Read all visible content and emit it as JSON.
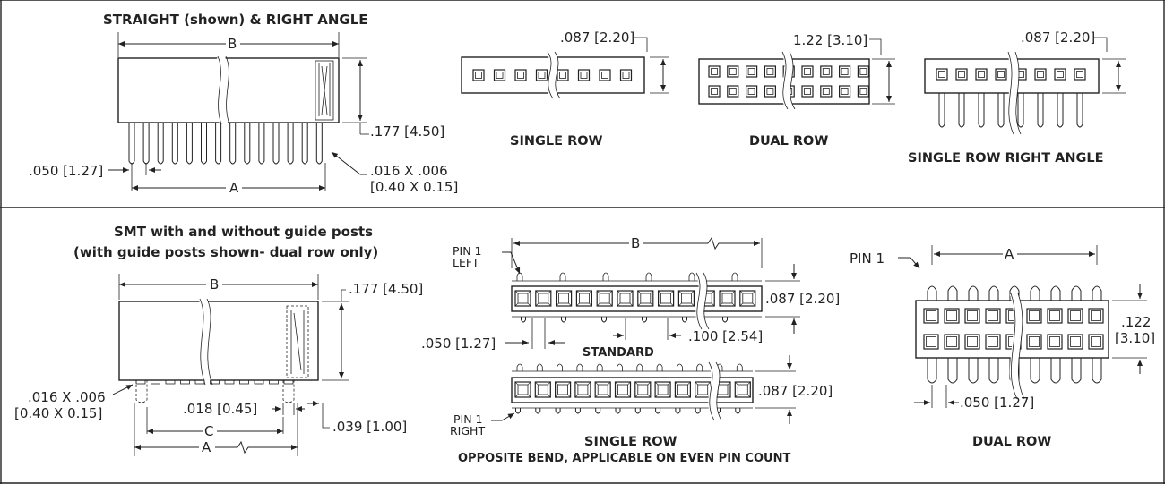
{
  "top": {
    "title": "STRAIGHT (shown) & RIGHT ANGLE",
    "dim_b": "B",
    "dim_a": "A",
    "height": ".177 [4.50]",
    "pitch": ".050 [1.27]",
    "pin_size_1": ".016 X .006",
    "pin_size_2": "[0.40 X 0.15]",
    "single_row": {
      "dim": ".087 [2.20]",
      "caption": "SINGLE ROW"
    },
    "dual_row": {
      "dim": "1.22 [3.10]",
      "caption": "DUAL ROW"
    },
    "single_row_right_angle": {
      "dim": ".087 [2.20]",
      "caption": "SINGLE ROW RIGHT ANGLE"
    }
  },
  "bottom": {
    "title_1": "SMT with and without guide posts",
    "title_2": "(with guide posts shown- dual row only)",
    "dim_b": "B",
    "dim_c": "C",
    "dim_a": "A",
    "height": ".177 [4.50]",
    "post": ".018 [0.45]",
    "post_len": ".039 [1.00]",
    "pin_size_1": ".016 X .006",
    "pin_size_2": "[0.40 X 0.15]",
    "standard": {
      "pin1_left_1": "PIN 1",
      "pin1_left_2": "LEFT",
      "dim_b": "B",
      "height": ".087 [2.20]",
      "pitch": ".050 [1.27]",
      "spacing": ".100 [2.54]",
      "caption": "STANDARD"
    },
    "opposite": {
      "height": ".087 [2.20]",
      "pin1_right_1": "PIN 1",
      "pin1_right_2": "RIGHT",
      "caption_1": "SINGLE ROW",
      "caption_2": "OPPOSITE BEND, APPLICABLE ON EVEN PIN COUNT"
    },
    "dual": {
      "pin1": "PIN 1",
      "dim_a": "A",
      "height_1": ".122",
      "height_2": "[3.10]",
      "pitch": ".050 [1.27]",
      "caption": "DUAL ROW"
    }
  }
}
